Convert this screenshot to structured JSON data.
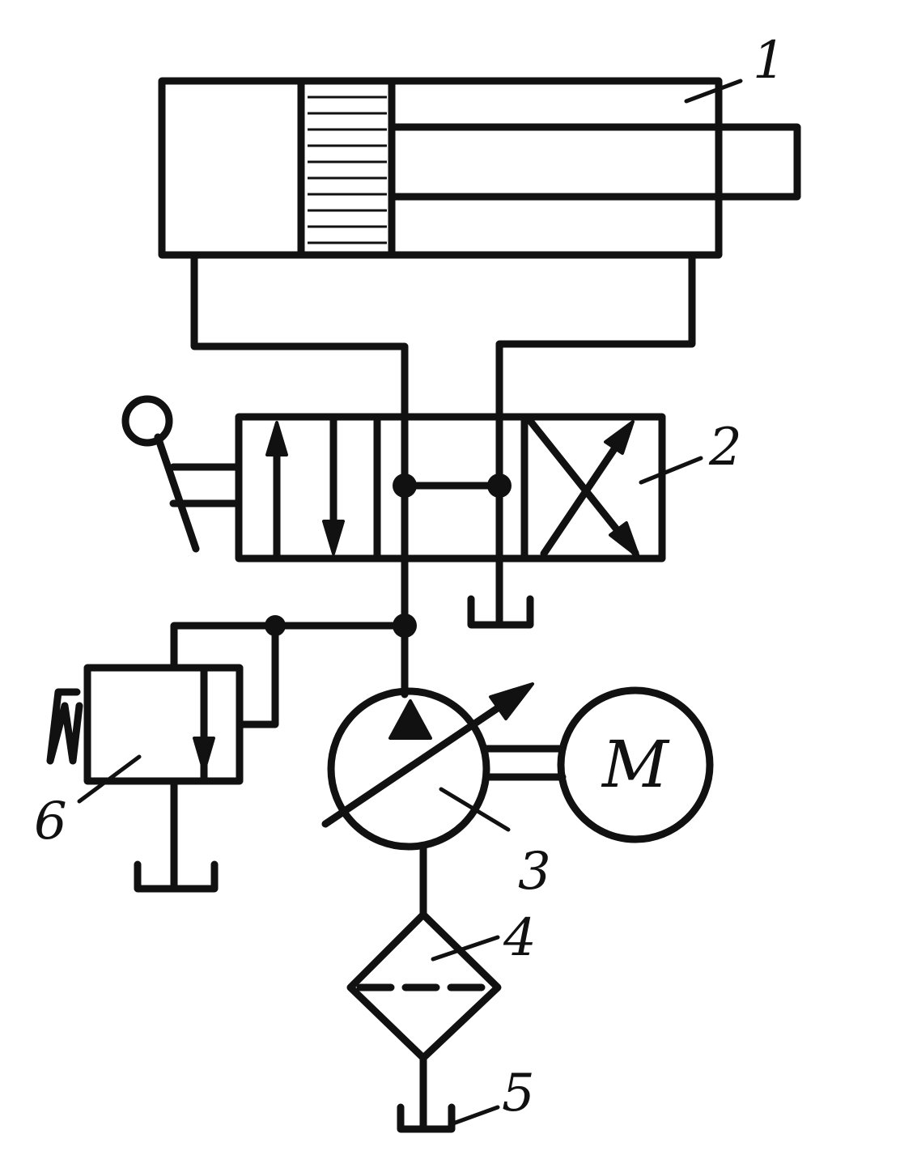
{
  "labels": {
    "cylinder": "1",
    "valve": "2",
    "pump": "3",
    "filter": "4",
    "tank": "5",
    "relief_valve": "6",
    "motor": "M"
  }
}
